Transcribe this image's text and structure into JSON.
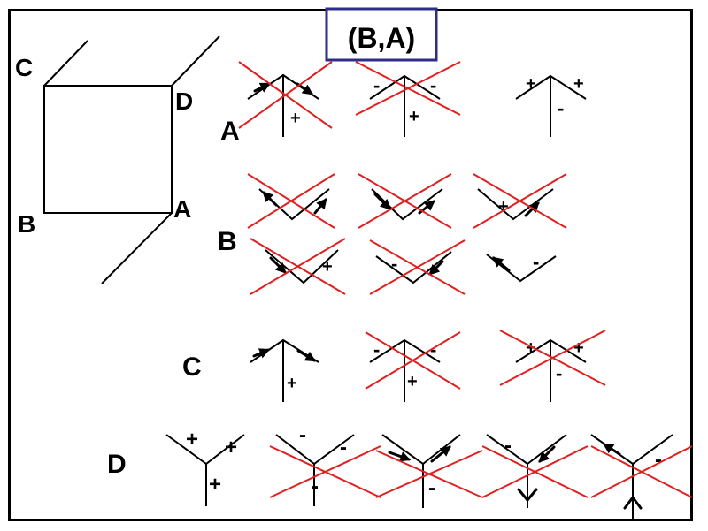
{
  "title": "(B,A)",
  "cube_labels": {
    "C": "C",
    "D": "D",
    "B": "B",
    "A": "A"
  },
  "row_labels": {
    "A": "A",
    "B": "B",
    "C": "C",
    "D": "D"
  },
  "signs": {
    "plus": "+",
    "minus": "-"
  },
  "colors": {
    "cross": "#e02020",
    "title_border": "#2e2e8a",
    "ink": "#000000"
  }
}
